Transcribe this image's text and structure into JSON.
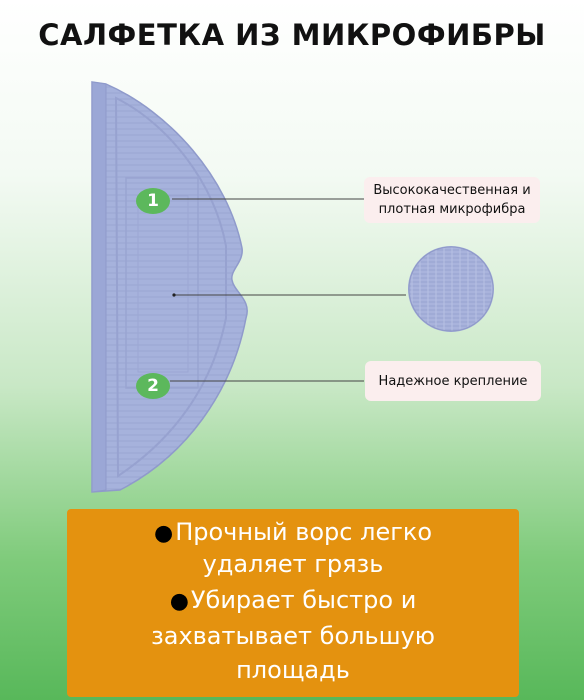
{
  "title": "САЛФЕТКА ИЗ МИКРОФИБРЫ",
  "markers": [
    "1",
    "2"
  ],
  "callouts": {
    "top": "Высококачественная и плотная микрофибра",
    "bottom": "Надежное крепление"
  },
  "features": [
    {
      "bullet": "●",
      "lines": [
        "Прочный ворс легко",
        "удаляет грязь"
      ]
    },
    {
      "bullet": "●",
      "lines": [
        "Убирает быстро и",
        "захватывает большую",
        "площадь"
      ]
    }
  ],
  "icons": {
    "pad": "microfiber-pad-image",
    "swatch": "microfiber-texture-swatch"
  },
  "colors": {
    "accent_green": "#5cb85c",
    "banner_orange": "#e4920f",
    "pad_lavender": "#a6b2dc",
    "callout_bg": "#fbeeee"
  }
}
